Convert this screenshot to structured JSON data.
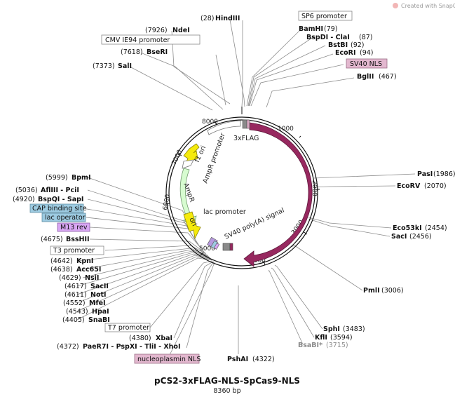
{
  "brand": "Created with SnapGene®",
  "plasmid": {
    "name": "pCS2-3xFLAG-NLS-SpCas9-NLS",
    "size_label": "8360 bp"
  },
  "ticks": [
    "1000",
    "2000",
    "3000",
    "4000",
    "5000",
    "6000",
    "7000",
    "8000"
  ],
  "inner_labels": {
    "flag": "3xFLAG",
    "cas9": "Cas9",
    "f1ori": "f1 ori",
    "ampr_promoter": "AmpR promoter",
    "ampr": "AmpR",
    "ori": "ori",
    "lac_promoter": "lac promoter",
    "sv40_polya": "SV40 poly(A) signal"
  },
  "sites": {
    "hindiii": {
      "pos": "(28)",
      "name": "HindIII"
    },
    "ndei": {
      "pos": "(7926)",
      "name": "NdeI"
    },
    "bseri": {
      "pos": "(7618)",
      "name": "BseRI"
    },
    "sali": {
      "pos": "(7373)",
      "name": "SalI"
    },
    "bamhi": {
      "pos": "(79)",
      "name": "BamHI"
    },
    "bspdi": {
      "name": "BspDI - ClaI",
      "pos": "(87)"
    },
    "bstbi": {
      "name": "BstBI",
      "pos": "(92)"
    },
    "ecori": {
      "name": "EcoRI",
      "pos": "(94)"
    },
    "bglii": {
      "name": "BglII",
      "pos": "(467)"
    },
    "psai": {
      "name": "PasI",
      "pos": "(1986)"
    },
    "ecorv": {
      "name": "EcoRV",
      "pos": "(2070)"
    },
    "eco53ki": {
      "name": "Eco53kI",
      "pos": "(2454)"
    },
    "saci": {
      "name": "SacI",
      "pos": "(2456)"
    },
    "pmli": {
      "name": "PmlI",
      "pos": "(3006)"
    },
    "sphi": {
      "name": "SphI",
      "pos": "(3483)"
    },
    "kfli": {
      "name": "KflI",
      "pos": "(3594)"
    },
    "bsabi": {
      "name": "BsaBI*",
      "pos": "(3715)"
    },
    "pshai": {
      "name": "PshAI",
      "pos": "(4322)"
    },
    "bpmi": {
      "pos": "(5999)",
      "name": "BpmI"
    },
    "afliii": {
      "pos": "(5036)",
      "name": "AflIII - PciI"
    },
    "bspqi": {
      "pos": "(4920)",
      "name": "BspQI - SapI"
    },
    "bsshii": {
      "pos": "(4675)",
      "name": "BssHII"
    },
    "kpni": {
      "pos": "(4642)",
      "name": "KpnI"
    },
    "acc65i": {
      "pos": "(4638)",
      "name": "Acc65I"
    },
    "nsii": {
      "pos": "(4629)",
      "name": "NsiI"
    },
    "sacii": {
      "pos": "(4617)",
      "name": "SacII"
    },
    "noti": {
      "pos": "(4611)",
      "name": "NotI"
    },
    "mfei": {
      "pos": "(4552)",
      "name": "MfeI"
    },
    "hpai": {
      "pos": "(4543)",
      "name": "HpaI"
    },
    "snabi": {
      "pos": "(4405)",
      "name": "SnaBI"
    },
    "xbai": {
      "pos": "(4380)",
      "name": "XbaI"
    },
    "paer7i": {
      "pos": "(4372)",
      "name": "PaeR7I - PspXI - TliI - XhoI"
    }
  },
  "feature_boxes": {
    "sp6": "SP6 promoter",
    "cmv": "CMV IE94 promoter",
    "sv40nls": "SV40 NLS",
    "cap": "CAP binding site",
    "lacop": "lac operator",
    "m13": "M13 rev",
    "t3": "T3 promoter",
    "t7": "T7 promoter",
    "nucleo": "nucleoplasmin NLS"
  },
  "colors": {
    "cas9": "#97285f",
    "sv40polya": "#97285f",
    "ori_yellow": "#f5ea0c",
    "ampr_green": "#d7fcd0",
    "pink_box": "#e3b8cf",
    "blue_box": "#9dcbe1",
    "purple_box": "#d8a6f3"
  }
}
